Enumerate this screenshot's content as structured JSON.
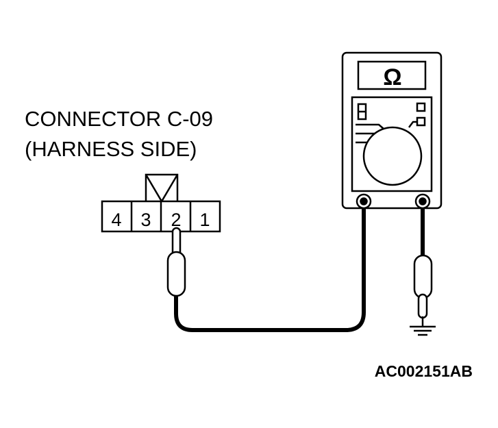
{
  "connector": {
    "title_line1": "CONNECTOR C-09",
    "title_line2": "(HARNESS SIDE)",
    "pins": [
      "4",
      "3",
      "2",
      "1"
    ]
  },
  "meter": {
    "display_symbol": "Ω"
  },
  "figure_code": "AC002151AB",
  "colors": {
    "ink": "#000000",
    "paper": "#ffffff"
  }
}
